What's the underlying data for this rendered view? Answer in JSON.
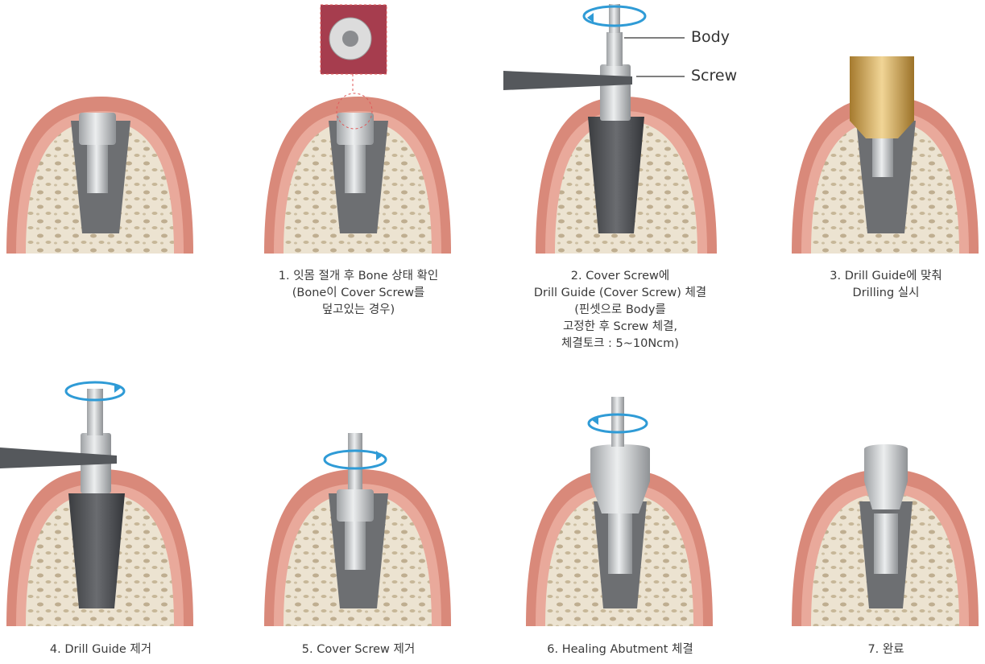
{
  "callouts": {
    "body": "Body",
    "screw": "Screw"
  },
  "captions": [
    "",
    "1. 잇몸 절개 후 Bone 상태 확인\n(Bone이 Cover Screw를\n덮고있는 경우)",
    "2. Cover Screw에\nDrill Guide (Cover Screw) 체결\n(핀셋으로 Body를\n고정한 후 Screw 체결,\n체결토크 : 5~10Ncm)",
    "3. Drill Guide에 맞춰\nDrilling 실시",
    "4. Drill Guide 제거",
    "5. Cover Screw 제거",
    "6. Healing Abutment 체결",
    "7. 완료"
  ],
  "colors": {
    "gum": "#e9a99b",
    "gum_outer": "#d9897a",
    "bone": "#ece3d1",
    "implant": "#6d6f72",
    "metal": "#c9cbcd",
    "rotation_arrow": "#2f9bd6",
    "drill_gold": "#d4aa5f"
  }
}
